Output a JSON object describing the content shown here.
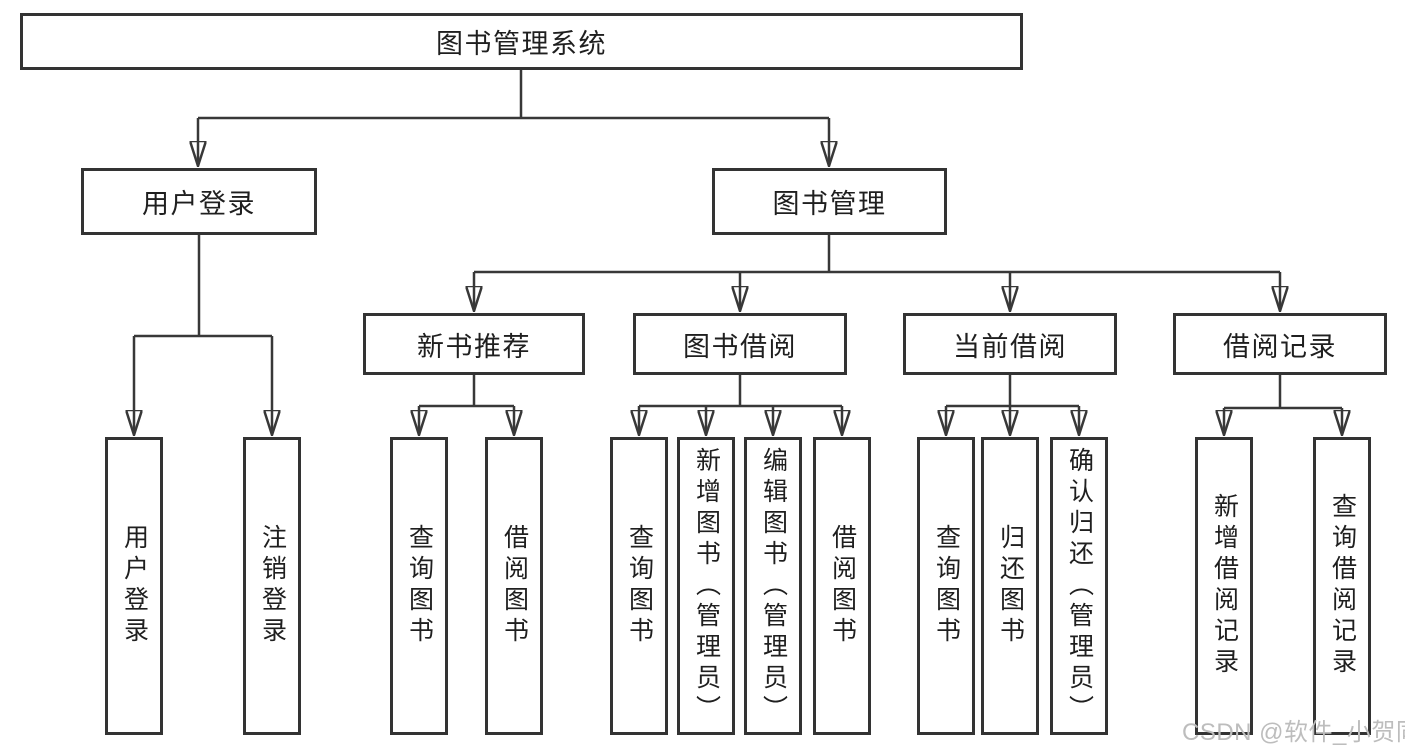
{
  "title": "图书管理系统",
  "watermark": "CSDN @软件_小贺同学",
  "colors": {
    "border": "#333333",
    "line": "#383838",
    "text": "#1f1f1f",
    "watermark": "#bdbdbd",
    "background": "#ffffff"
  },
  "nodes": {
    "root": "图书管理系统",
    "user_login": "用户登录",
    "book_mgmt": "图书管理",
    "new_books": "新书推荐",
    "book_borrow": "图书借阅",
    "current_borrow": "当前借阅",
    "borrow_records": "借阅记录"
  },
  "leaves": {
    "user_login": [
      "用户登录",
      "注销登录"
    ],
    "new_books": [
      "查询图书",
      "借阅图书"
    ],
    "book_borrow": [
      "查询图书",
      "新增图书（管理员）",
      "编辑图书（管理员）",
      "借阅图书"
    ],
    "current_borrow": [
      "查询图书",
      "归还图书",
      "确认归还（管理员）"
    ],
    "borrow_records": [
      "新增借阅记录",
      "查询借阅记录"
    ]
  }
}
